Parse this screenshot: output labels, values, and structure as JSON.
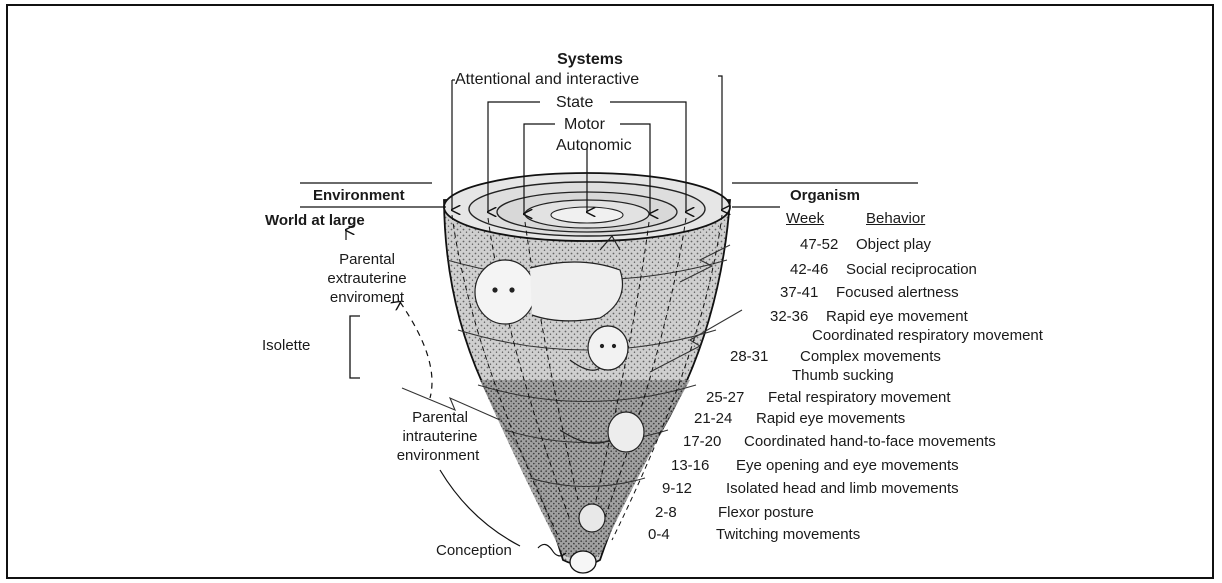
{
  "systems": {
    "heading": "Systems",
    "levels": [
      "Attentional and interactive",
      "State",
      "Motor",
      "Autonomic"
    ]
  },
  "environment": {
    "heading": "Environment",
    "world": "World at large",
    "extrauterine": [
      "Parental",
      "extrauterine",
      "enviroment"
    ],
    "isolette": "Isolette",
    "intrauterine": [
      "Parental",
      "intrauterine",
      "environment"
    ],
    "conception": "Conception"
  },
  "organism": {
    "heading": "Organism",
    "week_header": "Week",
    "behavior_header": "Behavior",
    "rows": [
      {
        "week": "47-52",
        "behavior": "Object play"
      },
      {
        "week": "42-46",
        "behavior": "Social reciprocation"
      },
      {
        "week": "37-41",
        "behavior": "Focused alertness"
      },
      {
        "week": "32-36",
        "behavior": "Rapid eye movement",
        "behavior2": "Coordinated respiratory movement"
      },
      {
        "week": "28-31",
        "behavior": "Complex movements",
        "behavior2": "Thumb sucking"
      },
      {
        "week": "25-27",
        "behavior": "Fetal respiratory movement"
      },
      {
        "week": "21-24",
        "behavior": "Rapid eye movements"
      },
      {
        "week": "17-20",
        "behavior": "Coordinated hand-to-face movements"
      },
      {
        "week": "13-16",
        "behavior": "Eye opening and eye movements"
      },
      {
        "week": "9-12",
        "behavior": "Isolated head and limb movements"
      },
      {
        "week": "2-8",
        "behavior": "Flexor posture"
      },
      {
        "week": "0-4",
        "behavior": "Twitching movements"
      }
    ]
  }
}
